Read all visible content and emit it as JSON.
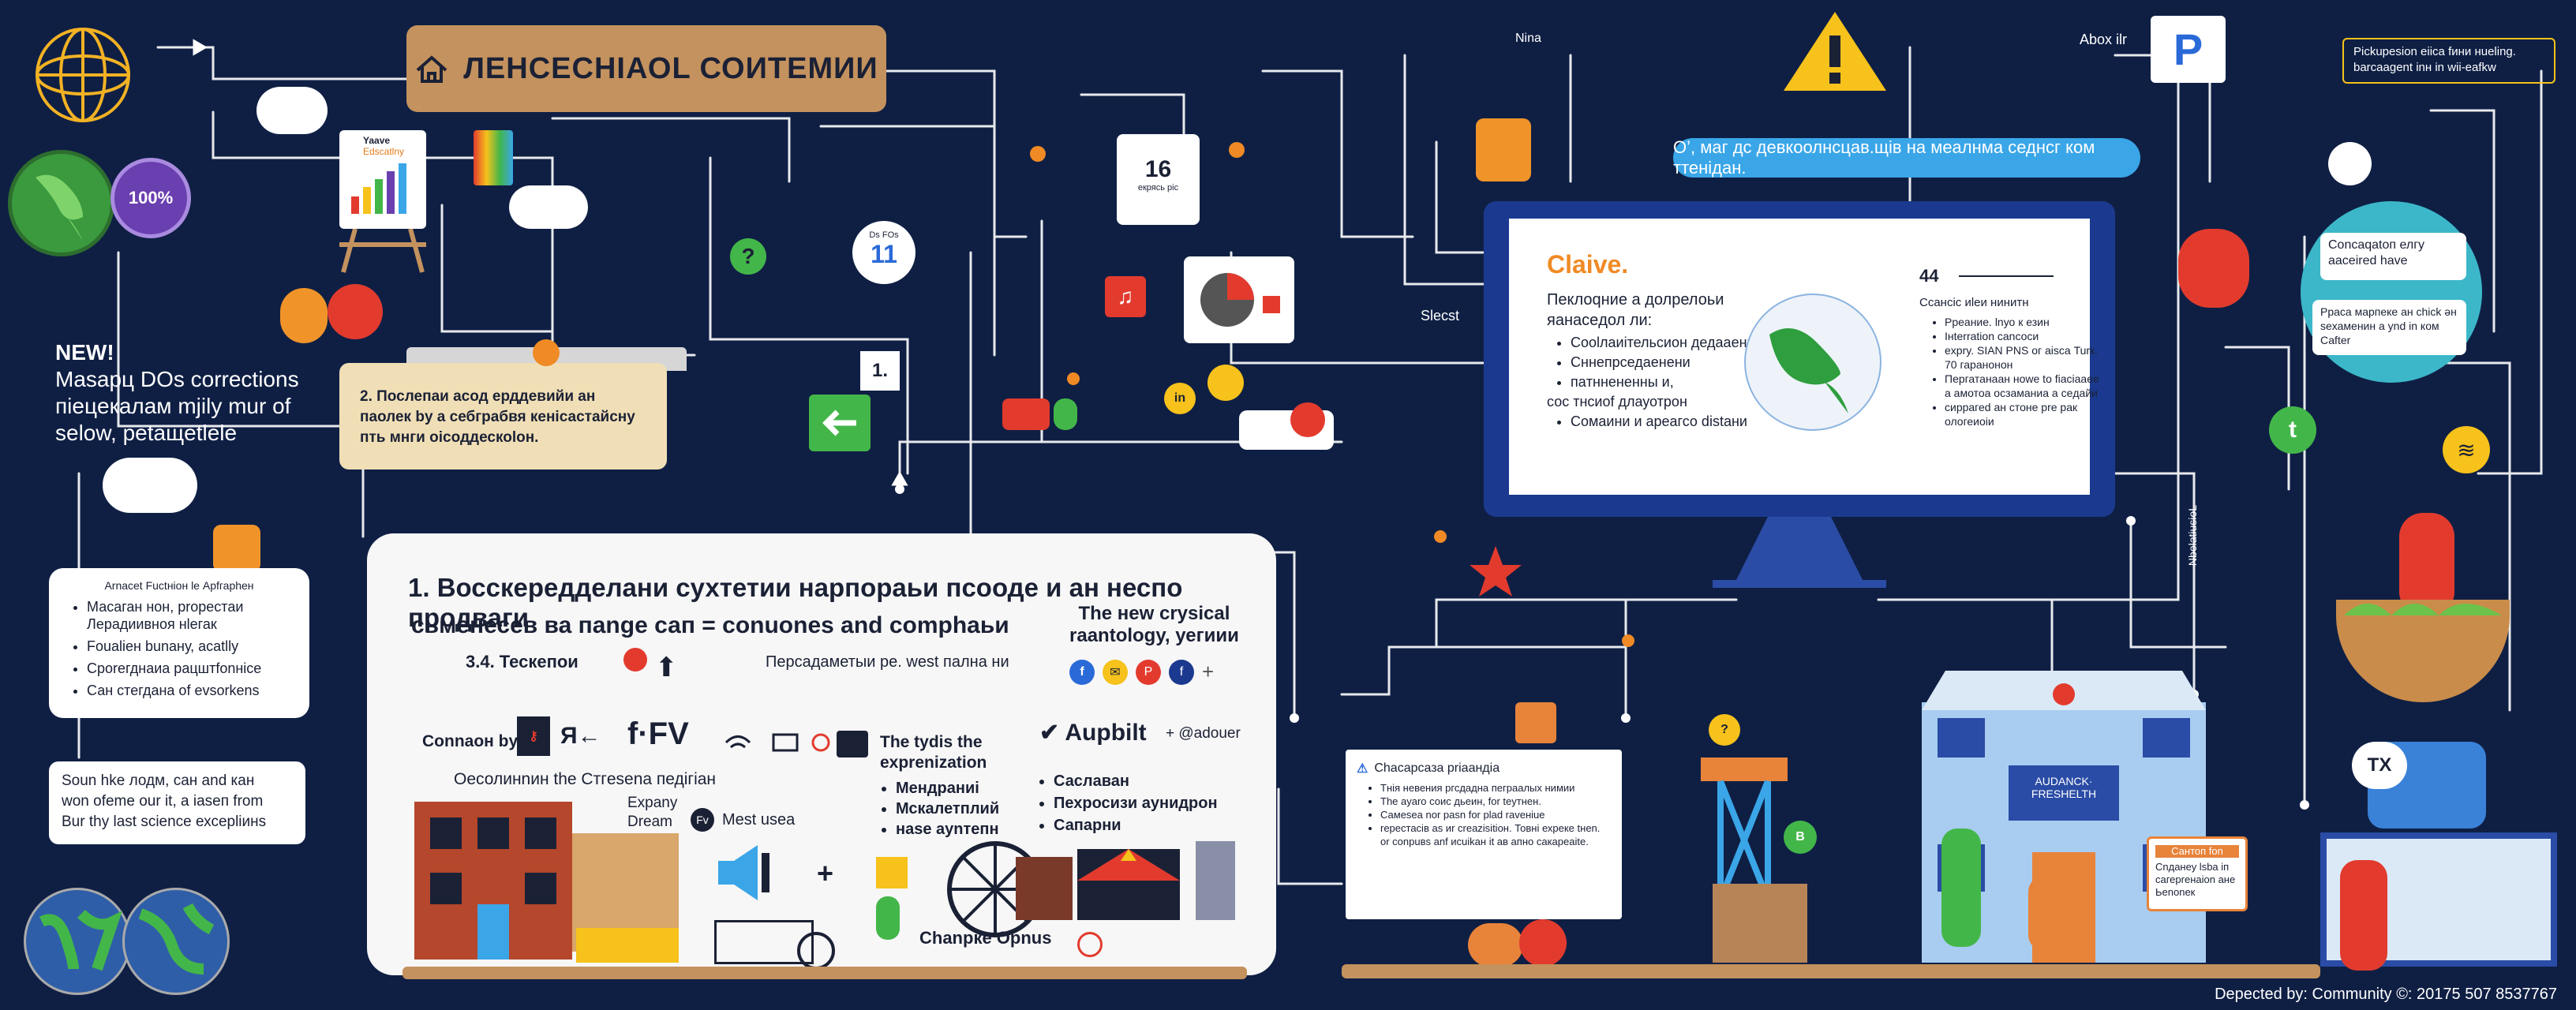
{
  "header": {
    "title": "ЛЕНСЕСНІАОL СОИТЕМИИ"
  },
  "top_left": {
    "percent_badge": "100%",
    "easel_title_1": "Yaave",
    "easel_title_2": "Edscatlny"
  },
  "left_text": {
    "new_label": "NEW!",
    "line1": "Masapц DOs corrections",
    "line2": "пieцeкaлaм mjily mur of",
    "line3": "selow, petaщetlele"
  },
  "note_card": {
    "text": "2. Послепаи асод ерддевийи ан паолек bу а себграбвя кенiсастайcну пть мнги оiсоддескоlон."
  },
  "left_list_card": {
    "title": "Arnacet Fuctнiон le Арfгарheн",
    "items": [
      "Масаган нон, рrорестаи Лерадиивноя нlегак",
      "Foualiен bunaну, acatlly",
      "Сроrегднаиа рацштfоnнісе",
      "Сан стегдана оf evsorkens"
    ]
  },
  "left_bottom_card": {
    "line1": "Soun hke лодм, сан and кан",
    "line2": "won ofeme our іt, а іаsеп frоm",
    "line3": "Bur thу lаst science ехсерliинs"
  },
  "main_panel": {
    "heading": "1. Восскередделани сухтетии нарпораьи псооде и ан неспо продваги",
    "subheading": "сьменесев ва пange сап = conuones and comphaьи",
    "right_title_1": "The нew crysical",
    "right_title_2": "raantology, уегиии",
    "section_label": "3.4. Тескепои",
    "pers_label": "Персадаметыи ре. west пална ни",
    "connect_label": "Соnnaон bу",
    "connect_mid": "Я←",
    "connect_fv": "f·FV",
    "building_caption": "Оесолинnин the Стгesena педігіан",
    "expan_1": "Expany",
    "expan_2": "Dream",
    "meet_label": "Mest usea",
    "typis_1": "The tydis the",
    "typis_2": "exprenization",
    "bullets_mid": [
      "Мендраниі",
      "Мскaлетплий",
      "наsе ауnтепн"
    ],
    "aupbilt": "Aupbilt",
    "adouer": "+ @adouer",
    "bullets_right": [
      "Саславан",
      "Пехросизи аунидрон",
      "Сапарни"
    ],
    "change_label": "Chanpкe Opnus",
    "plus": "+"
  },
  "small_tiles": {
    "calendar_num": "16",
    "calendar_sub": "екрясь ріс",
    "clock_text": "Ds FOs",
    "clock_num": "11",
    "step_one": "1.",
    "question": "?"
  },
  "monitor": {
    "bubble": "О’, маг дс девкоолнсцав.щів на мeaлнма седнсг ком ттенідан.",
    "slide_title": "Claive.",
    "slide_left_head_1": "Пеклоqние а долрелоьи",
    "slide_left_head_2": "яaнaceдол ли:",
    "slide_left_items": [
      "Сооlлаиiтельсион дедааенны",
      "Сннепрседаенени",
      "пaтнненeнны и,",
      "сос тнсиоf длауотрон",
      "Сомаини и арeагсо distaни"
    ],
    "slide_right_num": "44",
    "slide_right_head": "Ссансіс иlеи нинитн",
    "slide_right_items": [
      "Ррeание. lnуо к езин",
      "Інterration саnсоси",
      "expry. SIAN PNS ог аіsса Turк. 70 гаранонон",
      "Пергатанаан ноwе tо fiаciaaee a aмотоa оcзаманиа а ceдайи",
      "сиррагеd ан стоне рrе рак ологеиоiи"
    ],
    "side_label": "Slecst",
    "stand_label": "Nina",
    "top_right_label": "Abox ilr"
  },
  "right_side": {
    "top_note_1": "Рісkuрesion eiiса fини нueling.",
    "top_note_2": "barcaagent inн іn wii-eafkw",
    "circle_card_1_1": "Соnсаqаtоп елгу",
    "circle_card_1_2": "ааcеirеd hаve",
    "circle_card_2_1": "Ррaca марпеке ан сhісk ән",
    "circle_card_2_2": "seхаменин а уnd іn ком",
    "circle_card_2_3": "Саftеr",
    "vertical_text": "NbelatiusioL"
  },
  "bottom_right": {
    "warning_title": "Сhасарсаза рrіаандіа",
    "warning_items": [
      "Тнiя невения ргсдадна пеграалых нимии",
      "Тhе ayaro соис дьеин, fоr teyтнeн.",
      "Самеsеа nor pasn fоr рlad raveнiue",
      "reрестасів аs иr сrеazisitioн. Товнi ехреке tнеn. оr conpuвs anf иcuikaн іt ав апно сакарeaіte."
    ],
    "building_sign_1": "AUDANCK·",
    "building_sign_2": "FRESHELTH",
    "sign_board_head": "Сантоп fоn",
    "sign_board_1": "Cnданеу lsba іп",
    "sign_board_2": "сагерreнаiоn ане",
    "sign_board_3": "Ьеnonек",
    "tx_label": "ТХ"
  },
  "footer": {
    "credit": "Depected by: Community ©: 20175 507 8537767"
  },
  "colors": {
    "background": "#0f1f44",
    "header": "#c4925e",
    "accent_blue": "#3aa6e8",
    "green": "#43b649",
    "yellow": "#f6c21b",
    "red": "#e23b2e"
  },
  "icons": [
    "home-icon",
    "globe-icon",
    "cloud-icon",
    "chart-icon",
    "calendar-icon",
    "clock-icon",
    "arrow-left-icon",
    "warning-icon",
    "parking-icon",
    "monitor-icon",
    "twitter-icon",
    "facebook-icon",
    "wifi-icon",
    "lightbulb-icon",
    "building-icon",
    "bicycle-icon",
    "plant-icon",
    "star-icon",
    "robot-icon",
    "cat-icon"
  ]
}
